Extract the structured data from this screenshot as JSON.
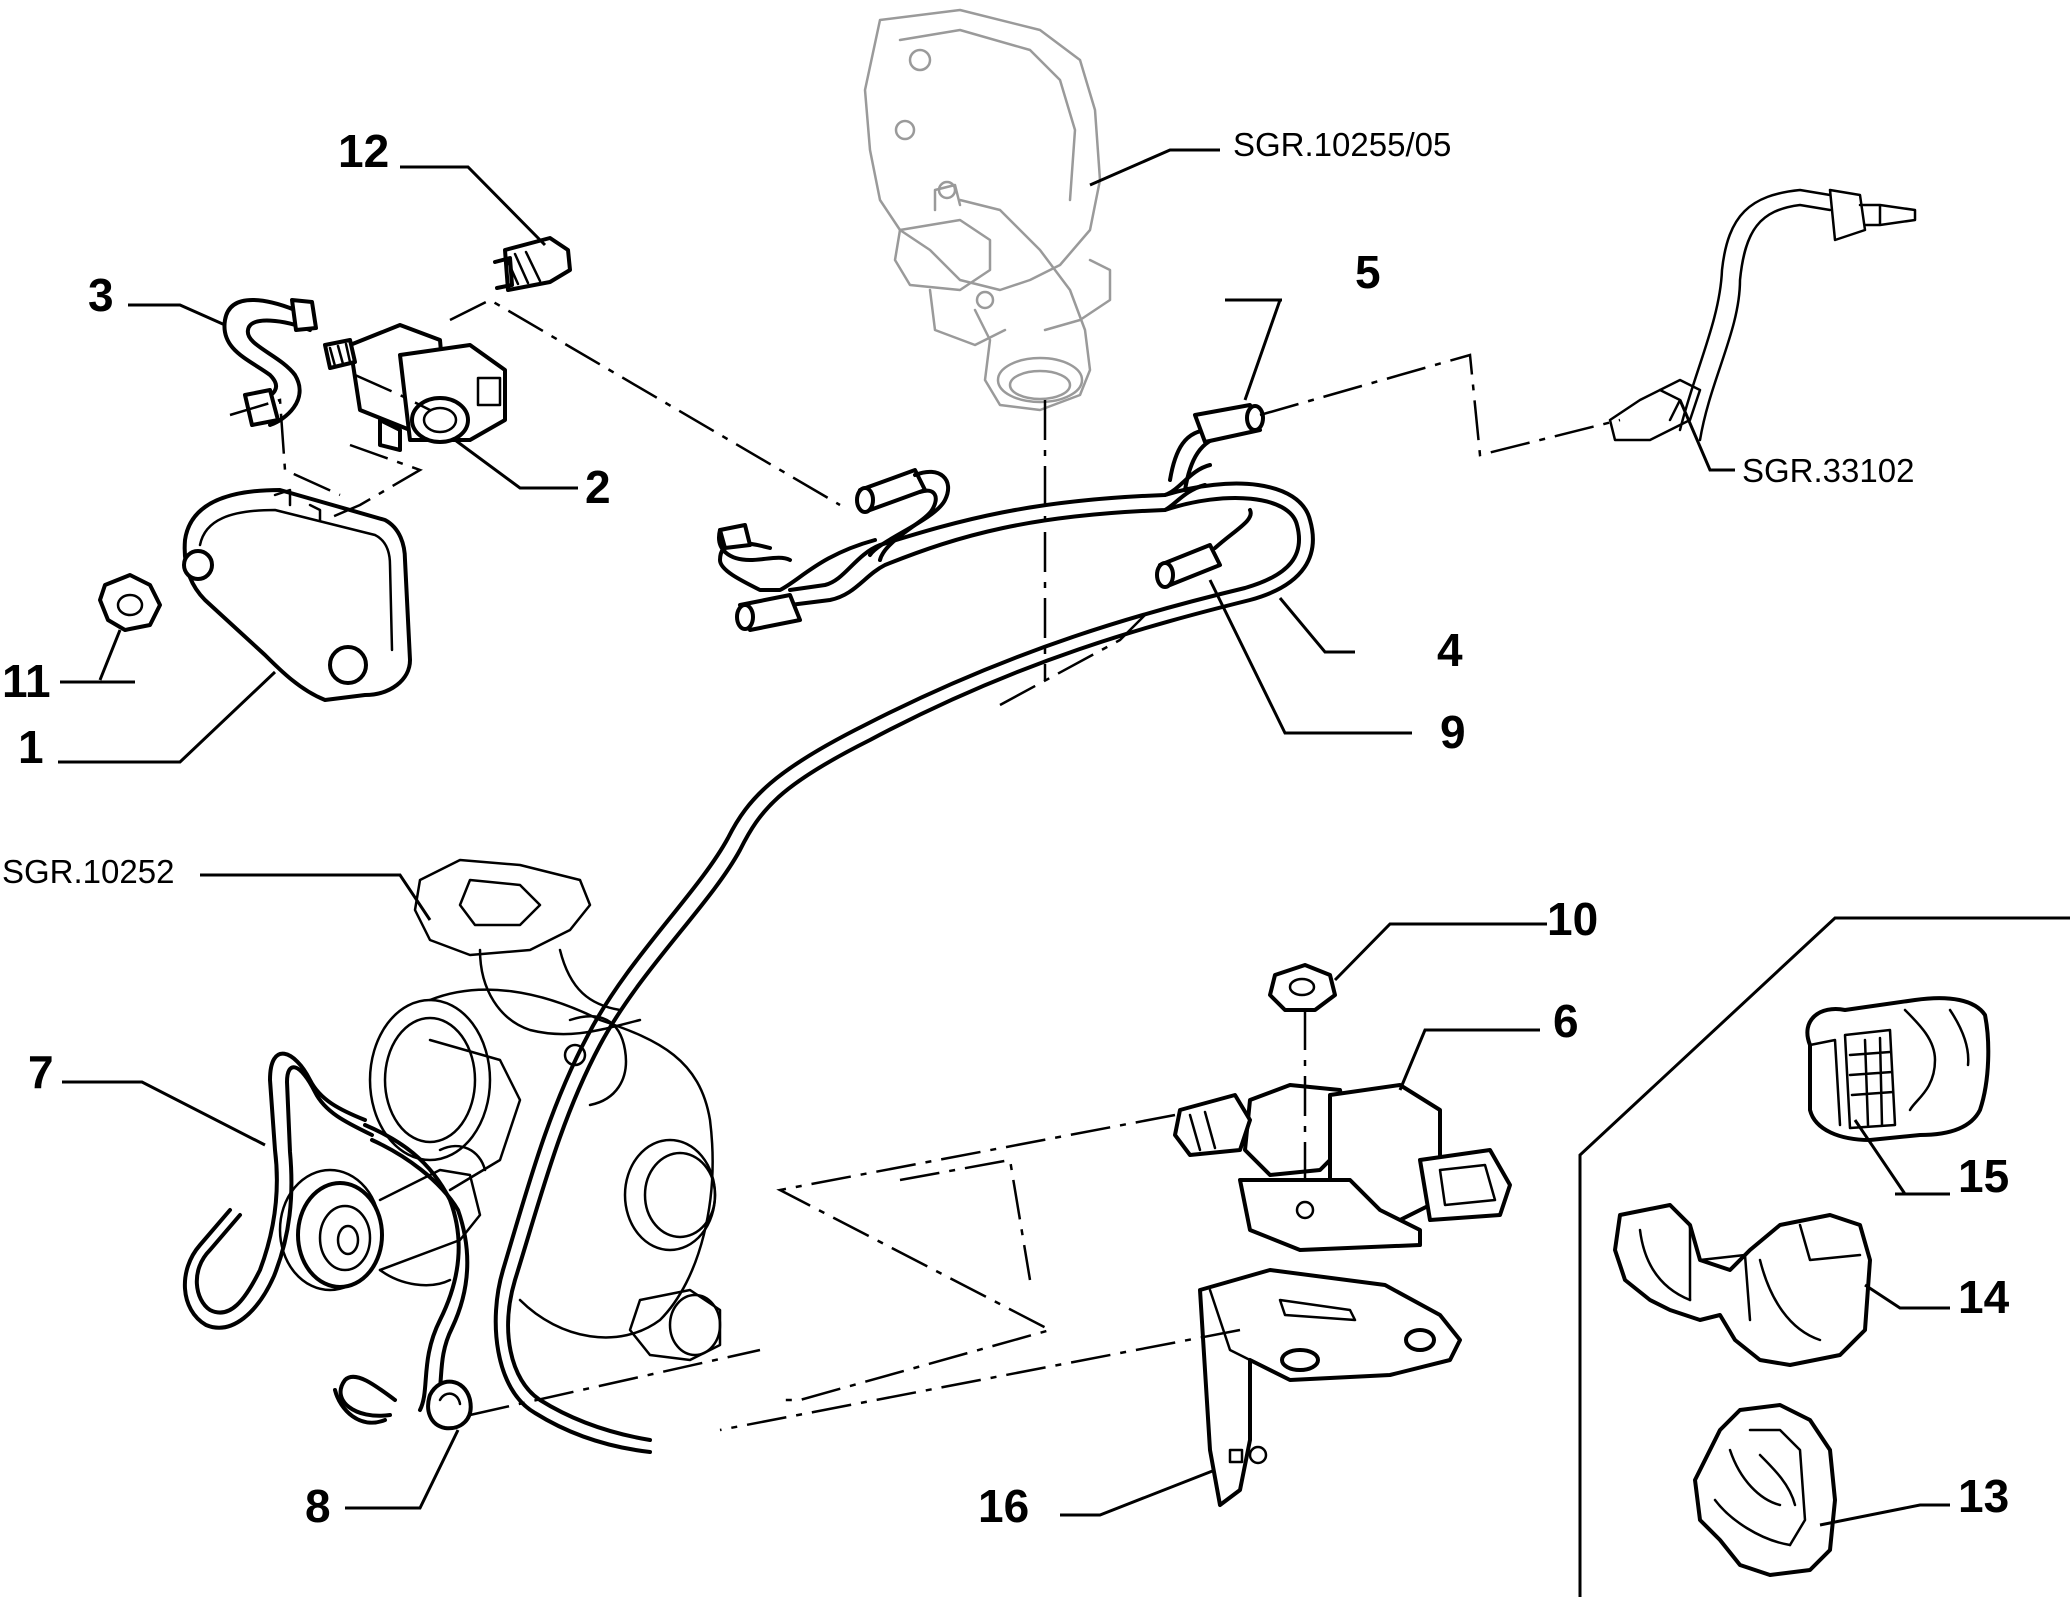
{
  "callouts": {
    "c1": "1",
    "c2": "2",
    "c3": "3",
    "c4": "4",
    "c5": "5",
    "c6": "6",
    "c7": "7",
    "c8": "8",
    "c9": "9",
    "c10": "10",
    "c11": "11",
    "c12": "12",
    "c13": "13",
    "c14": "14",
    "c15": "15",
    "c16": "16"
  },
  "references": {
    "exhaust_manifold": "SGR.10255/05",
    "sensor_line": "SGR.33102",
    "turbocharger": "SGR.10252"
  }
}
